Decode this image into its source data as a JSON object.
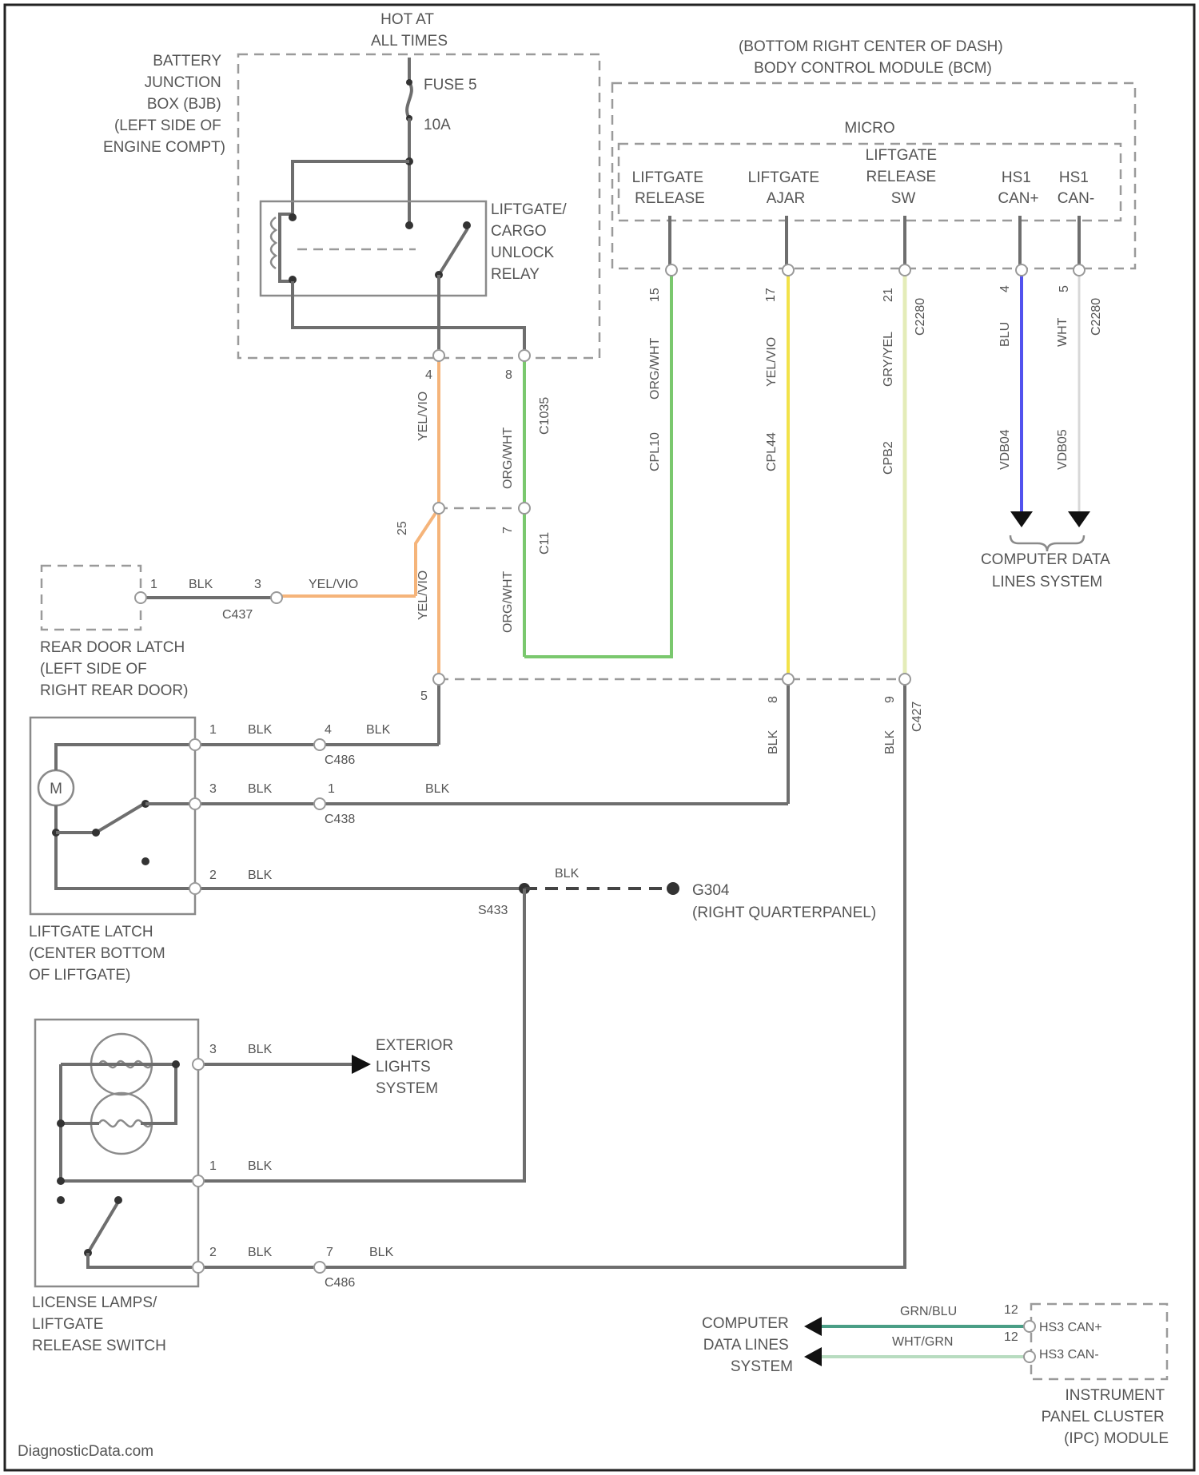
{
  "battery_junction_box": {
    "label_lines": [
      "BATTERY",
      "JUNCTION",
      "BOX (BJB)",
      "(LEFT SIDE OF",
      "ENGINE COMPT)"
    ]
  },
  "hot_at_all_times": {
    "label_lines": [
      "HOT AT",
      "ALL TIMES"
    ]
  },
  "fuse": {
    "name": "FUSE 5",
    "rating": "10A"
  },
  "relay": {
    "label_lines": [
      "LIFTGATE/",
      "CARGO",
      "UNLOCK",
      "RELAY"
    ]
  },
  "bcm": {
    "label_lines": [
      "(BOTTOM RIGHT CENTER OF DASH)",
      "BODY CONTROL MODULE (BCM)"
    ],
    "micro_label": "MICRO",
    "pins": [
      {
        "label_lines": [
          "LIFTGATE",
          "RELEASE"
        ]
      },
      {
        "label_lines": [
          "LIFTGATE",
          "AJAR"
        ]
      },
      {
        "label_lines": [
          "LIFTGATE",
          "RELEASE",
          "SW"
        ]
      },
      {
        "label_lines": [
          "HS1",
          "CAN+"
        ]
      },
      {
        "label_lines": [
          "HS1",
          "CAN-"
        ]
      }
    ]
  },
  "wires": {
    "bjb_pin_a": "4",
    "bjb_pin_b": "8",
    "yel_vio": "YEL/VIO",
    "org_wht": "ORG/WHT",
    "c1035": "C1035",
    "bcm_pin_1": "15",
    "bcm_pin_2": "17",
    "bcm_pin_3": "21",
    "bcm_pin_4": "4",
    "bcm_pin_5": "5",
    "org_wht_2": "ORG/WHT",
    "cpl10": "CPL10",
    "yel_vio_2": "YEL/VIO",
    "cpl44": "CPL44",
    "grn_yel": "GRY/YEL",
    "cpl5": "CPB2",
    "c2280": "C2280",
    "blu": "BLU",
    "vdb04": "VDB04",
    "wht": "WHT",
    "vdb05": "VDB05",
    "c2280b": "C2280",
    "splice_pin_25": "25",
    "splice_pin_7": "7",
    "c11": "C11",
    "blk": "BLK",
    "c437": "C437",
    "bottom_pin_5": "5",
    "bottom_pin_8": "8",
    "bottom_pin_9": "9",
    "c427": "C427",
    "latch_pin_1": "1",
    "latch_pin_3": "3",
    "latch_pin_2": "2",
    "conn_pin_4": "4",
    "conn_pin_1": "1",
    "conn_pin_7": "7",
    "c486": "C486",
    "c438": "C438",
    "c486b": "C486",
    "lamp_pin_3": "3",
    "lamp_pin_1": "1",
    "lamp_pin_2": "2",
    "s433": "S433",
    "g304": "G304",
    "ipc_pin_12a": "12",
    "ipc_pin_12b": "12",
    "grn_blu": "GRN/BLU",
    "wht_grn": "WHT/GRN"
  },
  "rear_door_latch": {
    "label_lines": [
      "REAR DOOR LATCH",
      "(LEFT SIDE OF",
      "RIGHT REAR DOOR)"
    ],
    "pin_1": "1",
    "pin_3": "3"
  },
  "liftgate_latch": {
    "label_lines": [
      "LIFTGATE LATCH",
      "(CENTER BOTTOM",
      "OF LIFTGATE)"
    ],
    "motor": "M"
  },
  "ground": {
    "label_lines": [
      "G304",
      "(RIGHT QUARTERPANEL)"
    ]
  },
  "exterior_lights": {
    "label_lines": [
      "EXTERIOR",
      "LIGHTS",
      "SYSTEM"
    ]
  },
  "license_lamps": {
    "label_lines": [
      "LICENSE LAMPS/",
      "LIFTGATE",
      "RELEASE SWITCH"
    ]
  },
  "computer_data_lines_top": {
    "label_lines": [
      "COMPUTER DATA",
      "LINES SYSTEM"
    ]
  },
  "computer_data_lines_bottom": {
    "label_lines": [
      "COMPUTER",
      "DATA LINES",
      "SYSTEM"
    ]
  },
  "ipc": {
    "label_lines": [
      "INSTRUMENT",
      "PANEL CLUSTER",
      "(IPC) MODULE"
    ],
    "pins": [
      "HS3 CAN+",
      "HS3 CAN-"
    ]
  },
  "watermark": "DiagnosticData.com",
  "colors": {
    "orange": "#f5b47a",
    "green": "#7ac86e",
    "yellow": "#f2e24a",
    "pale": "#e4ecb8",
    "blue": "#5252ee",
    "white": "#d8d8d8",
    "teal": "#4a9e86",
    "mint": "#b8dcc0"
  }
}
